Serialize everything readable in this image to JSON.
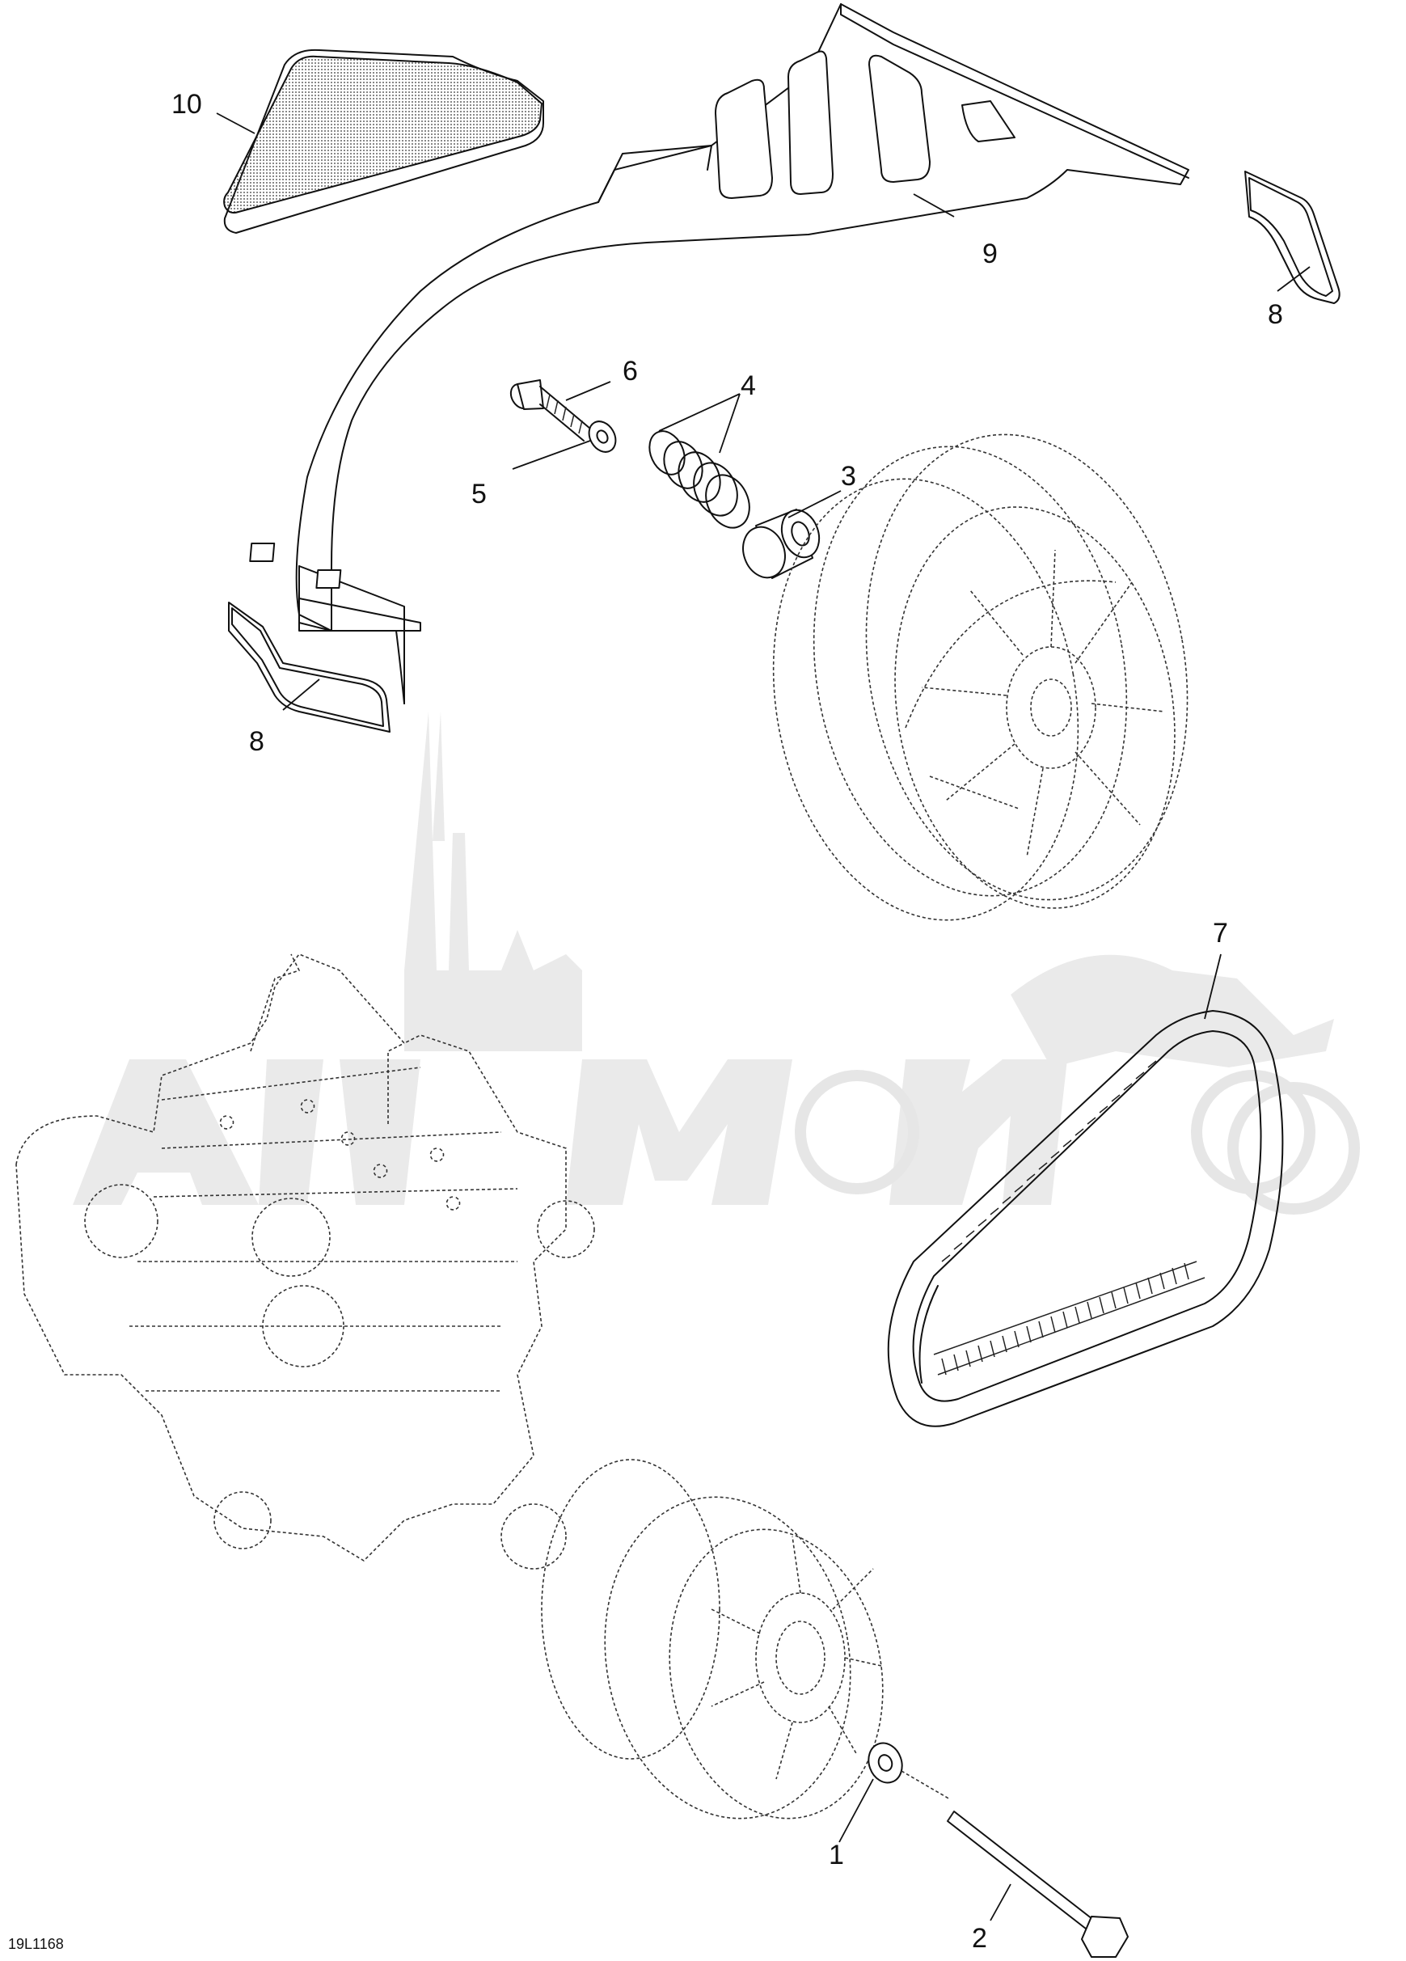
{
  "callouts": {
    "c1": "1",
    "c2": "2",
    "c3": "3",
    "c4": "4",
    "c5": "5",
    "c6": "6",
    "c7": "7",
    "c8a": "8",
    "c8b": "8",
    "c9": "9",
    "c10": "10"
  },
  "reference_code": "19L1168",
  "colors": {
    "line": "#111111",
    "watermark": "#e8e8e8"
  }
}
